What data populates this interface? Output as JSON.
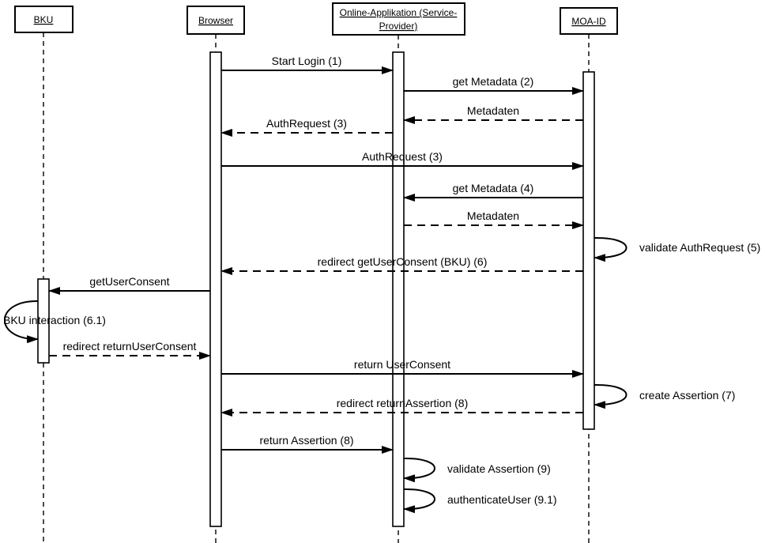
{
  "diagram": {
    "type": "uml-sequence-diagram",
    "colors": {
      "line": "#000000",
      "background": "#ffffff"
    }
  },
  "participants": [
    {
      "name": "BKU",
      "line1": "BKU"
    },
    {
      "name": "Browser",
      "line1": "Browser"
    },
    {
      "name": "Online-Applikation (Service-Provider)",
      "line1": "Online-Applikation (Service-",
      "line2": "Provider)"
    },
    {
      "name": "MOA-ID",
      "line1": "MOA-ID"
    }
  ],
  "messages": [
    {
      "label": "Start Login (1)",
      "from": "Browser",
      "to": "Online-Applikation (Service-Provider)",
      "line": "solid"
    },
    {
      "label": "get Metadata (2)",
      "from": "Online-Applikation (Service-Provider)",
      "to": "MOA-ID",
      "line": "solid"
    },
    {
      "label": "Metadaten",
      "from": "MOA-ID",
      "to": "Online-Applikation (Service-Provider)",
      "line": "dashed"
    },
    {
      "label": "AuthRequest (3)",
      "from": "Online-Applikation (Service-Provider)",
      "to": "Browser",
      "line": "dashed"
    },
    {
      "label": "AuthRequest (3)",
      "from": "Browser",
      "to": "MOA-ID",
      "line": "solid"
    },
    {
      "label": "get Metadata (4)",
      "from": "MOA-ID",
      "to": "Online-Applikation (Service-Provider)",
      "line": "solid"
    },
    {
      "label": "Metadaten",
      "from": "Online-Applikation (Service-Provider)",
      "to": "MOA-ID",
      "line": "dashed"
    },
    {
      "label": "validate AuthRequest (5)",
      "from": "MOA-ID",
      "to": "MOA-ID",
      "line": "self"
    },
    {
      "label": "redirect getUserConsent (BKU) (6)",
      "from": "MOA-ID",
      "to": "Browser",
      "line": "dashed"
    },
    {
      "label": "getUserConsent",
      "from": "Browser",
      "to": "BKU",
      "line": "solid"
    },
    {
      "label": "BKU interaction (6.1)",
      "from": "BKU",
      "to": "BKU",
      "line": "self"
    },
    {
      "label": "redirect returnUserConsent",
      "from": "BKU",
      "to": "Browser",
      "line": "dashed"
    },
    {
      "label": "return UserConsent",
      "from": "Browser",
      "to": "MOA-ID",
      "line": "solid"
    },
    {
      "label": "create Assertion (7)",
      "from": "MOA-ID",
      "to": "MOA-ID",
      "line": "self"
    },
    {
      "label": "redirect returnAssertion (8)",
      "from": "MOA-ID",
      "to": "Browser",
      "line": "dashed"
    },
    {
      "label": "return Assertion (8)",
      "from": "Browser",
      "to": "Online-Applikation (Service-Provider)",
      "line": "solid"
    },
    {
      "label": "validate Assertion (9)",
      "from": "Online-Applikation (Service-Provider)",
      "to": "Online-Applikation (Service-Provider)",
      "line": "self"
    },
    {
      "label": "authenticateUser (9.1)",
      "from": "Online-Applikation (Service-Provider)",
      "to": "Online-Applikation (Service-Provider)",
      "line": "self"
    }
  ]
}
